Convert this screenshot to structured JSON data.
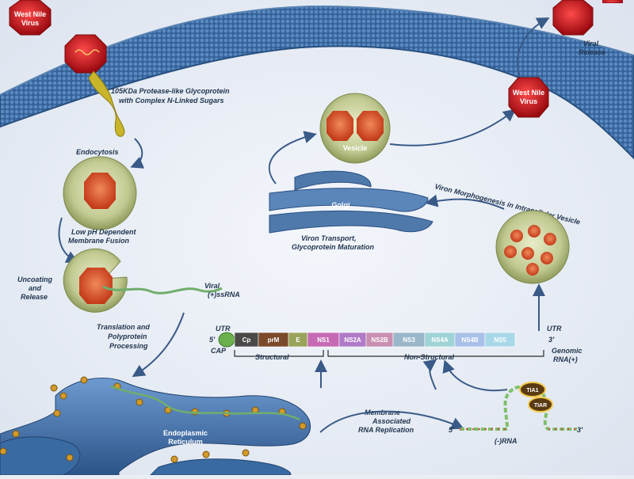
{
  "labels": {
    "virus_top_left": [
      "West Nile",
      "Virus"
    ],
    "virus_right": [
      "West Nile",
      "Virus"
    ],
    "glycoprotein": [
      "105KDa Protease-like Glycoprotein",
      "with Complex N-Linked Sugars"
    ],
    "endocytosis": "Endocytosis",
    "fusion": [
      "Low pH Dependent",
      "Membrane Fusion"
    ],
    "uncoating": [
      "Uncoating",
      "and",
      "Release"
    ],
    "viral_rna": [
      "Viral",
      "(+)ssRNA"
    ],
    "translation": [
      "Translation and",
      "Polyprotein",
      "Processing"
    ],
    "vesicle": "Vesicle",
    "golgi": "Golgi",
    "viron_transport": [
      "Viron Transport,",
      "Glycoprotein Maturation"
    ],
    "morphogenesis": "Viron Morphogenesis in Intracellular Vesicle",
    "viral_release": [
      "Viral",
      "Release"
    ],
    "genomic_rna": [
      "Genomic",
      "RNA(+)"
    ],
    "utr_left": "UTR",
    "utr_right": "UTR",
    "five_prime": "5'",
    "three_prime": "3'",
    "cap": "CAP",
    "structural": "Structural",
    "non_structural": "Non-Structural",
    "er": [
      "Endoplasmic",
      "Reticulum"
    ],
    "membrane_replication": [
      "Membrane",
      "Associated",
      "RNA Replication"
    ],
    "neg_rna": "(-)RNA",
    "neg_five": "5'",
    "neg_three": "3'",
    "tia1": "TIA1",
    "tiar": "TIAR"
  },
  "genome_segments": [
    {
      "name": "Cp",
      "color": "#4a4a48"
    },
    {
      "name": "prM",
      "color": "#7a4a2a"
    },
    {
      "name": "E",
      "color": "#9aa35a"
    },
    {
      "name": "NS1",
      "color": "#c76ab4"
    },
    {
      "name": "NS2A",
      "color": "#b07ac8"
    },
    {
      "name": "NS2B",
      "color": "#c98fb0"
    },
    {
      "name": "NS3",
      "color": "#9ab7c9"
    },
    {
      "name": "NS4A",
      "color": "#9fd3d6"
    },
    {
      "name": "NS4B",
      "color": "#a9c0e8"
    },
    {
      "name": "NS5",
      "color": "#a8d8e8"
    }
  ],
  "colors": {
    "membrane": "#3f6fa8",
    "membrane_dark": "#2a4f82",
    "virus": "#c4121c",
    "vesicle_fill": "#b9c58e",
    "core": "#e0552a",
    "arrow": "#3a5a88",
    "er": "#4b78ad",
    "golgi": "#4f79ab",
    "rna_green": "#6fae6b"
  }
}
